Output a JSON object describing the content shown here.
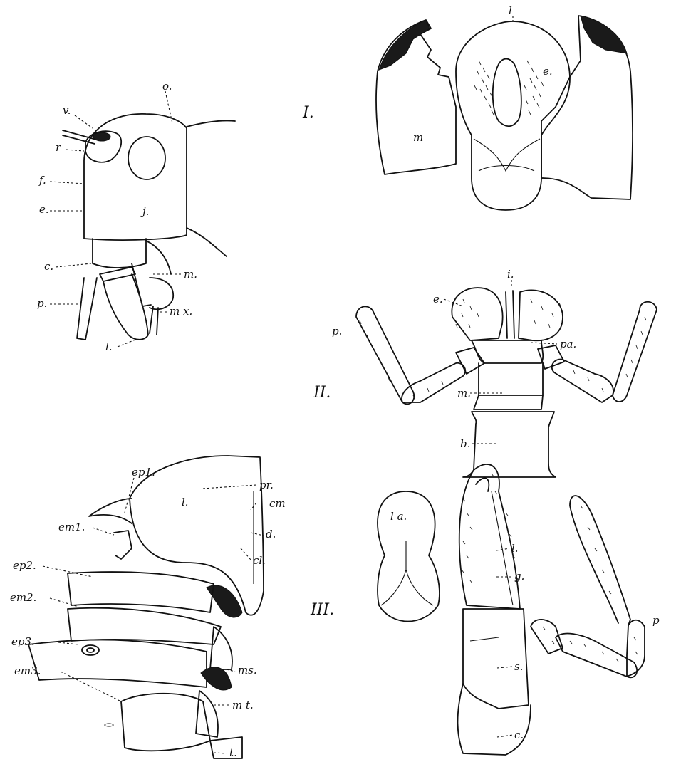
{
  "figures": [
    {
      "numeral": "I.",
      "labels": {
        "l": "l",
        "e": "e.",
        "m": "m"
      }
    },
    {
      "numeral": "II.",
      "labels": {
        "i": "i.",
        "e": "e.",
        "p": "p.",
        "pa": "pa.",
        "m": "m.",
        "b": "b."
      }
    },
    {
      "numeral": "III.",
      "labels": {
        "la": "l a.",
        "l": "l.",
        "g": "g.",
        "p": "p",
        "s": "s.",
        "c": "c."
      }
    }
  ],
  "head": {
    "labels": {
      "o": "o.",
      "v": "v.",
      "r": "r",
      "f": "f.",
      "e": "e.",
      "j": "j.",
      "c": "c.",
      "m": "m.",
      "p": "p.",
      "mx": "m x.",
      "l": "l."
    }
  },
  "thorax": {
    "labels": {
      "ep1": "ep1.",
      "pr": "pr.",
      "l": "l.",
      "cm": "cm",
      "em1": "em1.",
      "d": "d.",
      "cl": "cl.",
      "ep2": "ep2.",
      "em2": "em2.",
      "ms": "ms.",
      "ep3": "ep3.",
      "mt": "m t.",
      "em3": "em3.",
      "t": "t."
    }
  },
  "colors": {
    "ink": "#111111",
    "paper": "#ffffff"
  }
}
